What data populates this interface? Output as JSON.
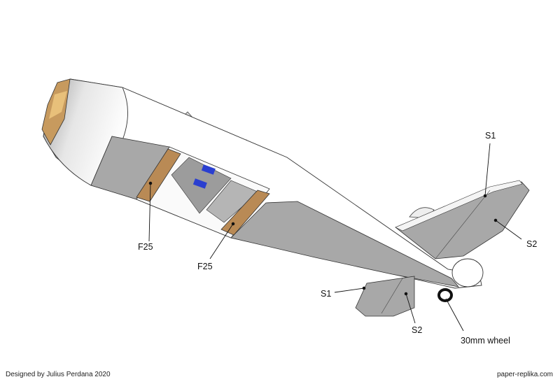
{
  "labels": {
    "f25_a": "F25",
    "f25_b": "F25",
    "s1_tail": "S1",
    "s2_tail": "S2",
    "s1_wing": "S1",
    "s2_wing": "S2",
    "wheel": "30mm wheel"
  },
  "footer": {
    "credit": "Designed by Julius Perdana 2020",
    "website": "paper-replika.com"
  },
  "colors": {
    "grey_panel": "#a8a8a8",
    "tan_former": "#b98a55",
    "blue_tab": "#2a3fd0"
  }
}
